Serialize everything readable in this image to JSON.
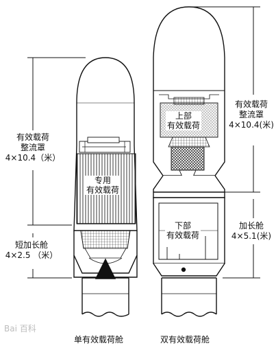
{
  "left_annotations": {
    "fairing": [
      "有效载荷",
      "整流罩",
      "4×10.4（米）"
    ],
    "stretch": [
      "短加长舱",
      "4×2.5 （米）"
    ]
  },
  "right_annotations": {
    "fairing": [
      "有效载荷",
      "整流罩",
      "4×10.4(米)"
    ],
    "stretch": [
      "加长舱",
      "4×5.1(米)"
    ]
  },
  "left_rocket": {
    "payload_label": [
      "专用",
      "有效载荷"
    ],
    "caption": "单有效载荷舱"
  },
  "right_rocket": {
    "upper_payload": [
      "上部",
      "有效载荷"
    ],
    "lower_payload": [
      "下部",
      "有效载荷"
    ],
    "caption": "双有效载荷舱"
  },
  "watermark": "Bai 百科"
}
